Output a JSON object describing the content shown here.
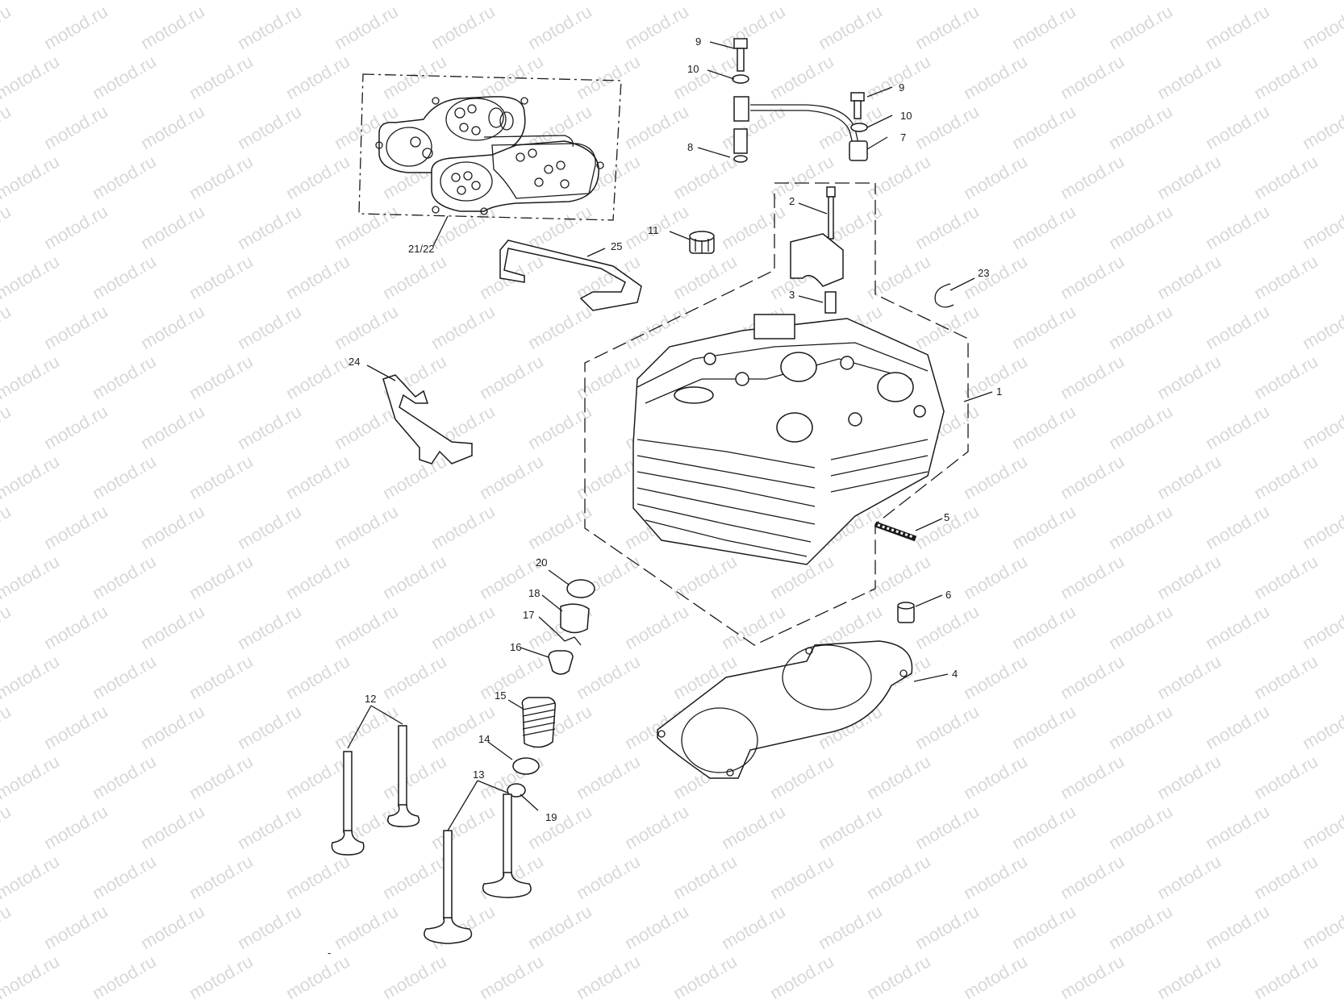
{
  "watermark": {
    "text": "motod.ru"
  },
  "labels": {
    "p1": "1",
    "p2": "2",
    "p3": "3",
    "p4": "4",
    "p5": "5",
    "p6": "6",
    "p7": "7",
    "p8": "8",
    "p9a": "9",
    "p9b": "9",
    "p10a": "10",
    "p10b": "10",
    "p11": "11",
    "p12": "12",
    "p13": "13",
    "p14": "14",
    "p15": "15",
    "p16": "16",
    "p17": "17",
    "p18": "18",
    "p19": "19",
    "p20": "20",
    "p2122": "21/22",
    "p23": "23",
    "p24": "24",
    "p25": "25"
  }
}
